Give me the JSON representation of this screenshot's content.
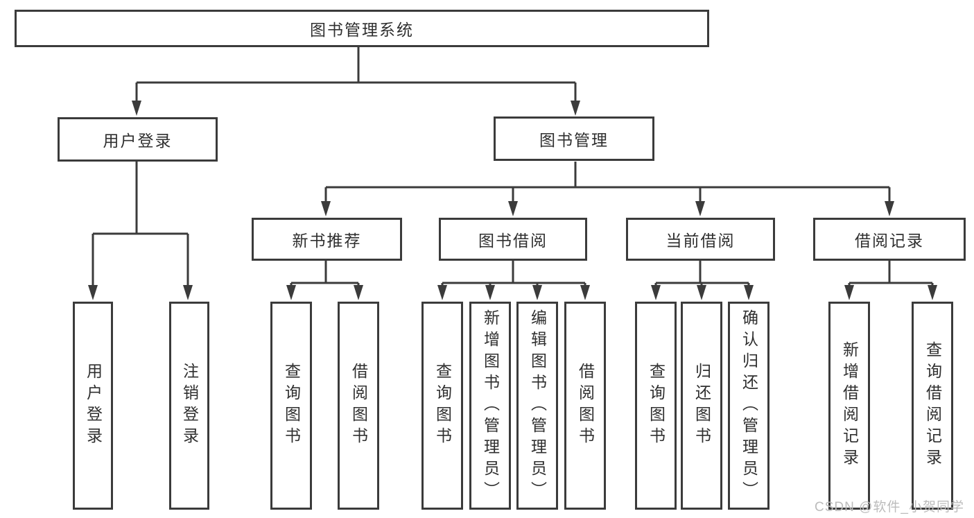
{
  "nodes": {
    "root": "图书管理系统",
    "user_login": "用户登录",
    "book_management": "图书管理",
    "new_book_recommend": "新书推荐",
    "book_borrow": "图书借阅",
    "current_borrow": "当前借阅",
    "borrow_records": "借阅记录",
    "leaf_user_login": "用户登录",
    "leaf_logout_login": "注销登录",
    "leaf_recommend_query_books": "查询图书",
    "leaf_recommend_borrow_books": "借阅图书",
    "leaf_borrow_query_books": "查询图书",
    "leaf_borrow_add_books": "新增图书（管理员）",
    "leaf_borrow_edit_books": "编辑图书（管理员）",
    "leaf_borrow_borrow_books": "借阅图书",
    "leaf_current_query_books": "查询图书",
    "leaf_current_return_books": "归还图书",
    "leaf_current_confirm_return": "确认归还（管理员）",
    "leaf_records_add_record": "新增借阅记录",
    "leaf_records_query_record": "查询借阅记录"
  },
  "watermark": "CSDN @软件_小贺同学",
  "colors": {
    "line": "#3b3b3b",
    "text": "#2f2f2f",
    "watermark": "#bcbcbc",
    "background": "#ffffff"
  }
}
